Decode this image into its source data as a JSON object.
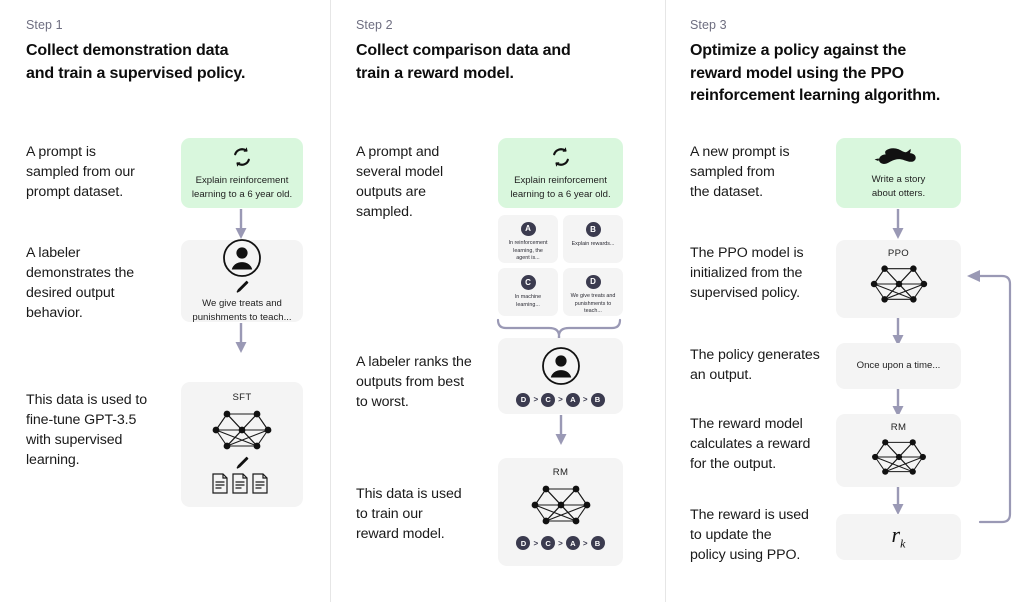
{
  "palette": {
    "green_card": "#d9f7dd",
    "gray_card": "#f4f4f4",
    "arrow": "#9a99b5",
    "badge": "#3b3b4f",
    "divider": "#e6e6e6",
    "text": "#0d0d0d",
    "step_label": "#6e6e80"
  },
  "steps": [
    {
      "label": "Step 1",
      "title": "Collect demonstration data\nand train a supervised policy.",
      "captions": [
        "A prompt is\nsampled from our\nprompt dataset.",
        "A labeler\ndemonstrates the\ndesired output\nbehavior.",
        "This data is used to\nfine-tune GPT-3.5\nwith supervised\nlearning."
      ],
      "cards": {
        "prompt": {
          "icon": "refresh-cycle-icon",
          "text": "Explain reinforcement\nlearning to a 6 year old."
        },
        "labeler": {
          "icon": "person-circle-icon",
          "sub_icon": "pencil-icon",
          "text": "We give treats and\npunishments to teach..."
        },
        "sft": {
          "title": "SFT",
          "icon": "neural-network-icon",
          "sub_icon": "pencil-icon",
          "docs_icon": "documents-icon"
        }
      }
    },
    {
      "label": "Step 2",
      "title": "Collect comparison data and\ntrain a reward model.",
      "captions": [
        "A prompt and\nseveral model\noutputs are\nsampled.",
        "A labeler ranks the\noutputs from best\nto worst.",
        "This data is used\nto train our\nreward model."
      ],
      "cards": {
        "prompt": {
          "icon": "refresh-cycle-icon",
          "text": "Explain reinforcement\nlearning to a 6 year old."
        },
        "outputs": [
          {
            "badge": "A",
            "text": "In reinforcement\nlearning, the\nagent is..."
          },
          {
            "badge": "B",
            "text": "Explain rewards..."
          },
          {
            "badge": "C",
            "text": "In machine\nlearning..."
          },
          {
            "badge": "D",
            "text": "We give treats and\npunishments to\nteach..."
          }
        ],
        "ranking": {
          "icon": "person-circle-icon",
          "order": [
            "D",
            "C",
            "A",
            "B"
          ],
          "separator": ">"
        },
        "rm": {
          "title": "RM",
          "icon": "neural-network-icon",
          "order": [
            "D",
            "C",
            "A",
            "B"
          ],
          "separator": ">"
        }
      }
    },
    {
      "label": "Step 3",
      "title": "Optimize a policy against the\nreward model using the PPO\nreinforcement learning algorithm.",
      "captions": [
        "A new prompt is\nsampled from\nthe dataset.",
        "The PPO model is\ninitialized from the\nsupervised policy.",
        "The policy generates\nan output.",
        "The reward model\ncalculates a reward\nfor the output.",
        "The reward is used\nto update the\npolicy using PPO."
      ],
      "cards": {
        "prompt": {
          "icon": "otter-icon",
          "text": "Write a story\nabout otters."
        },
        "ppo": {
          "title": "PPO",
          "icon": "neural-network-icon"
        },
        "output": {
          "text": "Once upon a time..."
        },
        "rm": {
          "title": "RM",
          "icon": "neural-network-icon"
        },
        "reward": {
          "symbol": "r",
          "subscript": "k"
        }
      }
    }
  ]
}
